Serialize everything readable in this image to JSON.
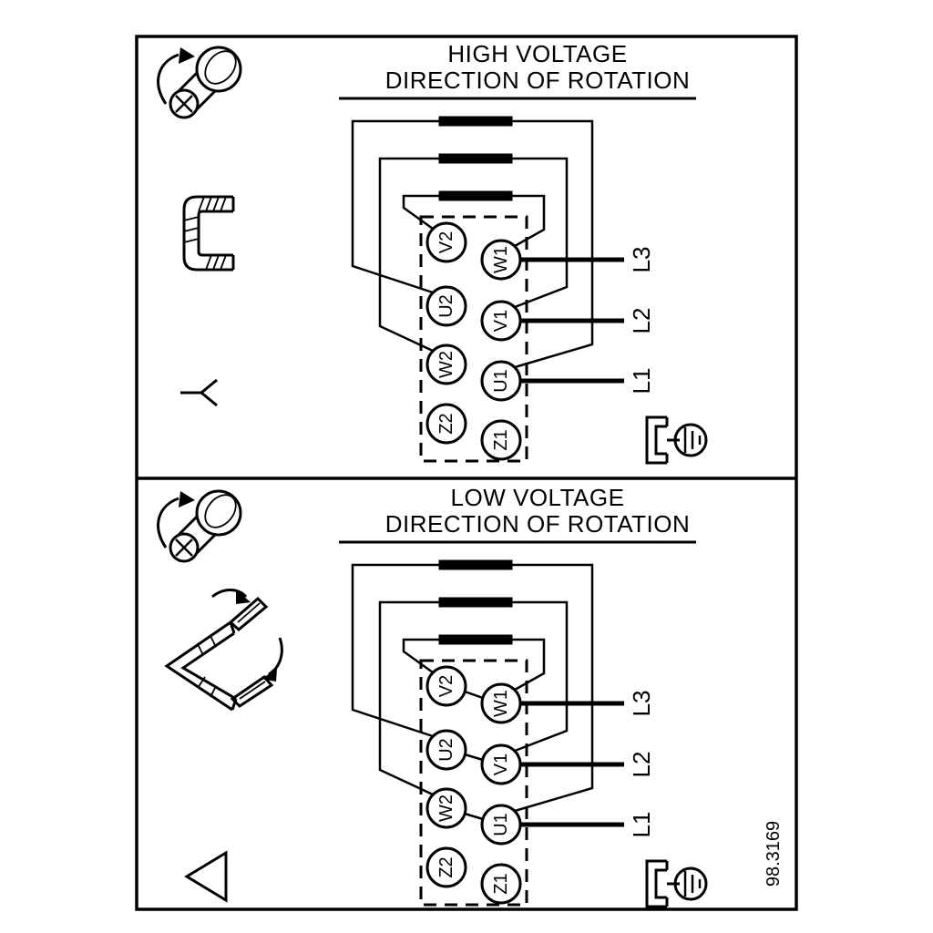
{
  "figure_number": "98.3169",
  "colors": {
    "ink": "#000000",
    "paper": "#ffffff"
  },
  "panels": [
    {
      "title_line1": "HIGH VOLTAGE",
      "title_line2": "DIRECTION OF ROTATION",
      "connection": "star",
      "left_terminals": [
        "V2",
        "U2",
        "W2",
        "Z2"
      ],
      "right_terminals": [
        "W1",
        "V1",
        "U1",
        "Z1"
      ],
      "supply_lines": [
        "L3",
        "L2",
        "L1"
      ],
      "icons": [
        "screw-rotation-icon",
        "jumper-bracket-icon",
        "star-connection-icon",
        "ground-terminal-icon"
      ]
    },
    {
      "title_line1": "LOW VOLTAGE",
      "title_line2": "DIRECTION OF ROTATION",
      "connection": "delta",
      "left_terminals": [
        "V2",
        "U2",
        "W2",
        "Z2"
      ],
      "right_terminals": [
        "W1",
        "V1",
        "U1",
        "Z1"
      ],
      "supply_lines": [
        "L3",
        "L2",
        "L1"
      ],
      "icons": [
        "screw-rotation-icon",
        "delta-jumper-arrangement-icon",
        "delta-connection-icon",
        "ground-terminal-icon"
      ]
    }
  ]
}
